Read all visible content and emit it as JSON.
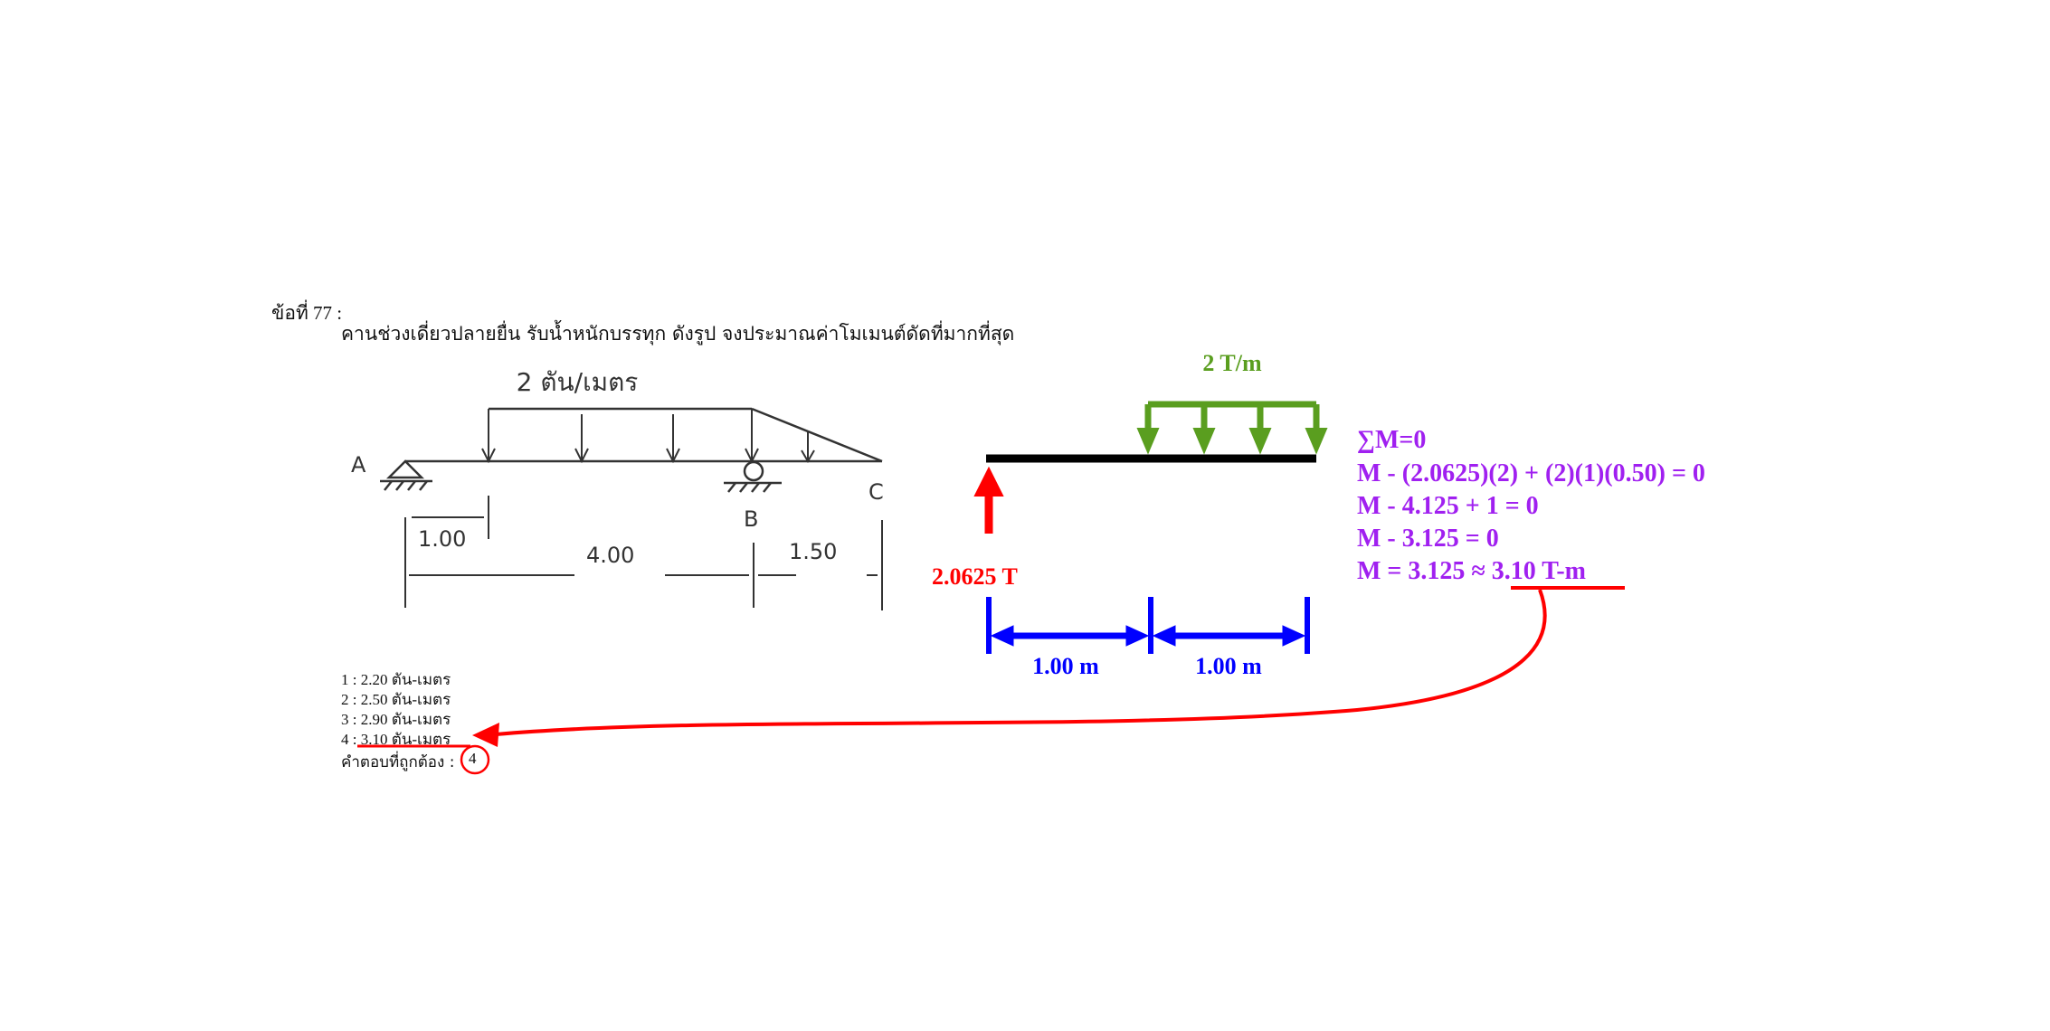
{
  "question": {
    "number_label": "ข้อที่ 77 :",
    "text": "คานช่วงเดี่ยวปลายยื่น รับน้ำหนักบรรทุก ดังรูป จงประมาณค่าโมเมนต์ดัดที่มากที่สุด"
  },
  "sketch": {
    "load_label": "2 ตัน/เมตร",
    "point_a": "A",
    "point_b": "B",
    "point_c": "C",
    "dim_1": "1.00",
    "dim_2": "4.00",
    "dim_3": "1.50"
  },
  "choices": [
    "1 : 2.20 ตัน-เมตร",
    "2 : 2.50 ตัน-เมตร",
    "3 : 2.90 ตัน-เมตร",
    "4 : 3.10 ตัน-เมตร"
  ],
  "answer": {
    "label": "คำตอบที่ถูกต้อง :",
    "value": "4"
  },
  "fbd": {
    "load_label": "2 T/m",
    "reaction_label": "2.0625 T",
    "dim_left": "1.00 m",
    "dim_right": "1.00 m"
  },
  "solution": {
    "line1": "∑M=0",
    "line2": "M - (2.0625)(2) + (2)(1)(0.50) = 0",
    "line3": "M - 4.125 + 1 = 0",
    "line4": "M - 3.125 = 0",
    "line5_prefix": "M = 3.125 ≈ ",
    "line5_result": "3.10 T-m"
  },
  "colors": {
    "reaction": "#ff0000",
    "load": "#5a9e1f",
    "dimension": "#0000ff",
    "calculation": "#a020f0",
    "beam": "#000000"
  }
}
